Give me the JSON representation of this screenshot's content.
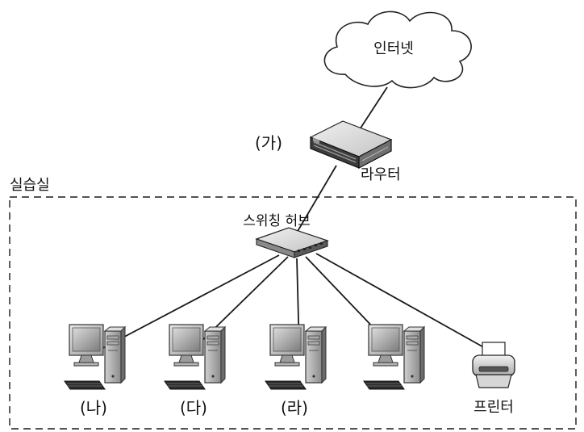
{
  "diagram": {
    "internet_label": "인터넷",
    "router_marker": "(가)",
    "router_label": "라우터",
    "room_label": "실습실",
    "hub_label": "스위칭 허브",
    "pc_markers": [
      "(나)",
      "(다)",
      "(라)"
    ],
    "printer_label": "프린터"
  }
}
